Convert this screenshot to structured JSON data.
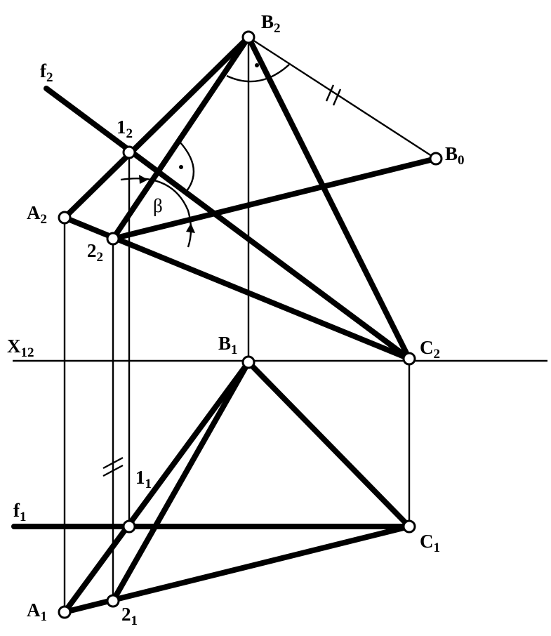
{
  "labels": {
    "B2": {
      "main": "B",
      "sub": "2"
    },
    "B0": {
      "main": "B",
      "sub": "0"
    },
    "A2": {
      "main": "A",
      "sub": "2"
    },
    "one2": {
      "main": "1",
      "sub": "2"
    },
    "two2": {
      "main": "2",
      "sub": "2"
    },
    "f2": {
      "main": "f",
      "sub": "2"
    },
    "X12": {
      "main": "X",
      "sub": "12"
    },
    "B1": {
      "main": "B",
      "sub": "1"
    },
    "C2": {
      "main": "C",
      "sub": "2"
    },
    "one1": {
      "main": "1",
      "sub": "1"
    },
    "f1": {
      "main": "f",
      "sub": "1"
    },
    "C1": {
      "main": "C",
      "sub": "1"
    },
    "A1": {
      "main": "A",
      "sub": "1"
    },
    "two1": {
      "main": "2",
      "sub": "1"
    }
  },
  "angle_label": "β"
}
